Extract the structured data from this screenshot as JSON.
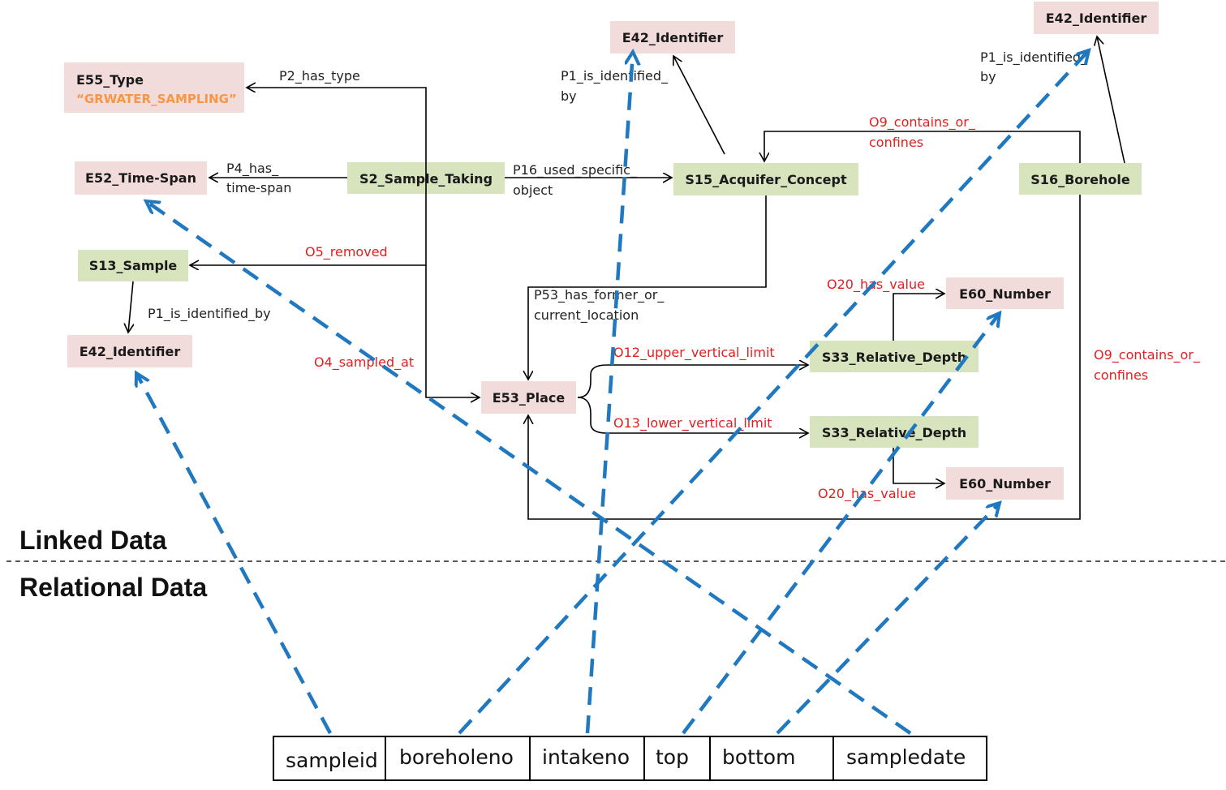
{
  "colors": {
    "entity_fill": "#f2dcdb",
    "class_fill": "#d7e4bd",
    "relation_red": "#e02020",
    "relation_black": "#222222",
    "mapping_blue": "#1f78c0",
    "literal_orange": "#f79646"
  },
  "sections": {
    "linked": "Linked Data",
    "relational": "Relational Data"
  },
  "nodes": {
    "e55_type": "E55_Type",
    "e55_literal": "“GRWATER_SAMPLING”",
    "e52_timespan": "E52_Time-Span",
    "s2_sample_taking": "S2_Sample_Taking",
    "s13_sample": "S13_Sample",
    "e42_left": "E42_Identifier",
    "e42_top_mid": "E42_Identifier",
    "e42_top_right": "E42_Identifier",
    "s15_acquifer": "S15_Acquifer_Concept",
    "s16_borehole": "S16_Borehole",
    "e53_place": "E53_Place",
    "s33_upper": "S33_Relative_Depth",
    "s33_lower": "S33_Relative_Depth",
    "e60_upper": "E60_Number",
    "e60_lower": "E60_Number"
  },
  "relations": {
    "p2_has_type": "P2_has_type",
    "p4_line1": "P4_has_",
    "p4_line2": "time-span",
    "p16_line1": "P16_used_specific_",
    "p16_line2": "object",
    "o5_removed": "O5_removed",
    "p1_sample": "P1_is_identified_by",
    "o4_sampled_at": "O4_sampled_at",
    "p1_mid_line1": "P1_is_identified_",
    "p1_mid_line2": "by",
    "p1_right_line1": "P1_is_identified_",
    "p1_right_line2": "by",
    "o9_top_line1": "O9_contains_or_",
    "o9_top_line2": "confines",
    "o9_right_line1": "O9_contains_or_",
    "o9_right_line2": "confines",
    "p53_line1": "P53_has_former_or_",
    "p53_line2": "current_location",
    "o12_upper": "O12_upper_vertical_limit",
    "o13_lower": "O13_lower_vertical_limit",
    "o20_upper": "O20_has_value",
    "o20_lower": "O20_has_value"
  },
  "table": {
    "columns": [
      "sampleid",
      "boreholeno",
      "intakeno",
      "top",
      "bottom",
      "sampledate"
    ]
  }
}
